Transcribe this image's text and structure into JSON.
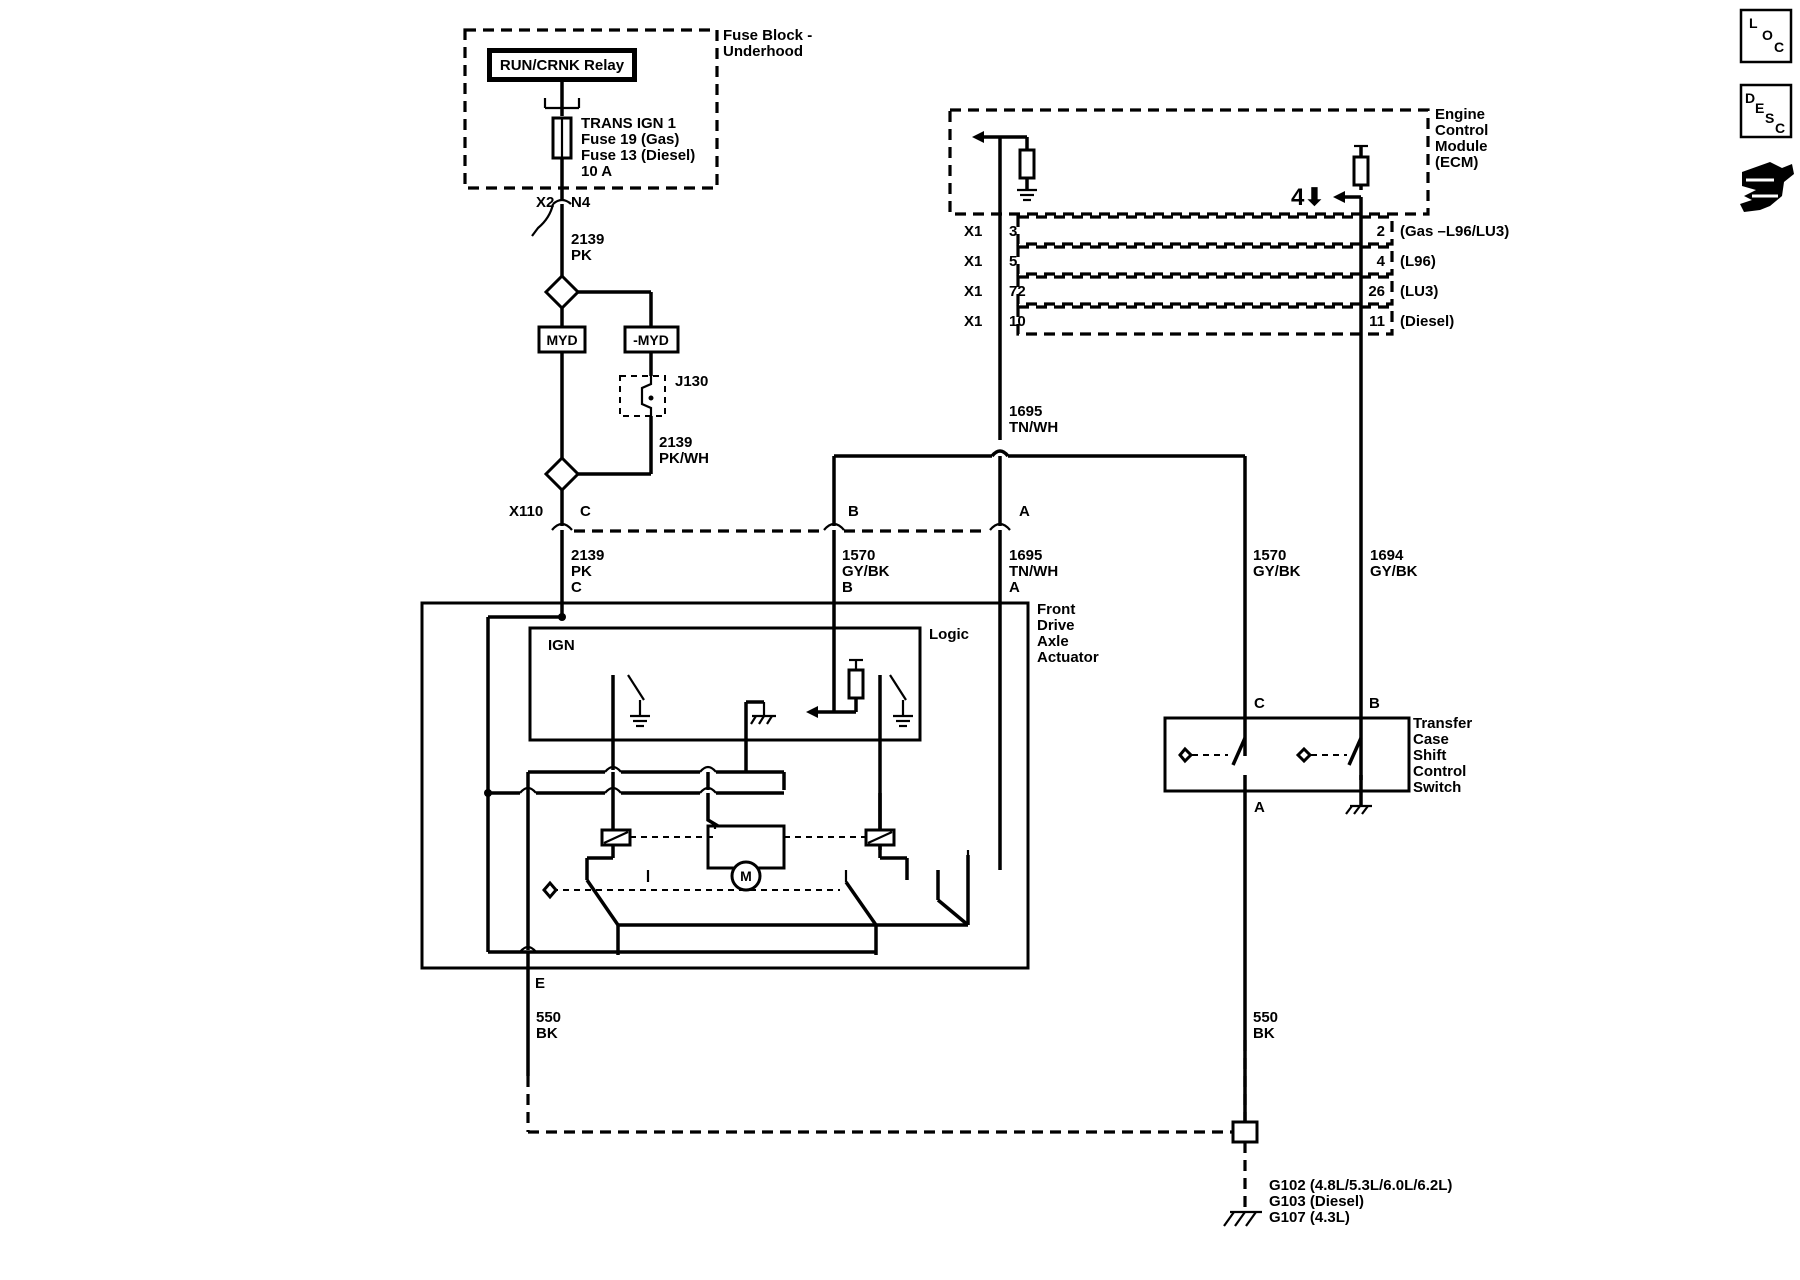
{
  "fuse_block": {
    "title_line1": "Fuse Block -",
    "title_line2": "Underhood",
    "relay_label": "RUN/CRNK Relay",
    "fuse_line1": "TRANS IGN 1",
    "fuse_line2": "Fuse 19 (Gas)",
    "fuse_line3": "Fuse 13 (Diesel)",
    "fuse_line4": "10 A",
    "connector_x": "X2",
    "connector_pin": "N4"
  },
  "ecm": {
    "title_line1": "Engine",
    "title_line2": "Control",
    "title_line3": "Module",
    "title_line4": "(ECM)",
    "indicator": "4⬇",
    "rows": [
      {
        "connector": "X1",
        "left_pin": "3",
        "right_pin": "2",
        "variant": "(Gas –L96/LU3)"
      },
      {
        "connector": "X1",
        "left_pin": "5",
        "right_pin": "4",
        "variant": "(L96)"
      },
      {
        "connector": "X1",
        "left_pin": "72",
        "right_pin": "26",
        "variant": "(LU3)"
      },
      {
        "connector": "X1",
        "left_pin": "10",
        "right_pin": "11",
        "variant": "(Diesel)"
      }
    ]
  },
  "wires": {
    "w2139_top_num": "2139",
    "w2139_top_color": "PK",
    "w2139_pkwh_num": "2139",
    "w2139_pkwh_color": "PK/WH",
    "w1695_top_num": "1695",
    "w1695_top_color": "TN/WH",
    "w2139_bot_num": "2139",
    "w2139_bot_color": "PK",
    "w2139_bot_pin": "C",
    "w1570_bot_num": "1570",
    "w1570_bot_color": "GY/BK",
    "w1570_bot_pin": "B",
    "w1695_bot_num": "1695",
    "w1695_bot_color": "TN/WH",
    "w1695_bot_pin": "A",
    "w1570_right_num": "1570",
    "w1570_right_color": "GY/BK",
    "w1694_num": "1694",
    "w1694_color": "GY/BK",
    "w550_left_num": "550",
    "w550_left_color": "BK",
    "w550_right_num": "550",
    "w550_right_color": "BK"
  },
  "option_labels": {
    "myd": "MYD",
    "not_myd": "-MYD",
    "jumper": "J130"
  },
  "x110": {
    "label": "X110",
    "pin_c": "C",
    "pin_b": "B",
    "pin_a": "A"
  },
  "actuator": {
    "title_line1": "Front",
    "title_line2": "Drive",
    "title_line3": "Axle",
    "title_line4": "Actuator",
    "logic_label": "Logic",
    "ign_label": "IGN",
    "motor_label": "M",
    "pin_e": "E"
  },
  "switch": {
    "title_line1": "Transfer",
    "title_line2": "Case",
    "title_line3": "Shift",
    "title_line4": "Control",
    "title_line5": "Switch",
    "pin_c": "C",
    "pin_b": "B",
    "pin_a": "A"
  },
  "ground": {
    "line1": "G102 (4.8L/5.3L/6.0L/6.2L)",
    "line2": "G103 (Diesel)",
    "line3": "G107 (4.3L)"
  },
  "side_icons": {
    "loc_letters": [
      "L",
      "O",
      "C"
    ],
    "desc_letters": [
      "D",
      "E",
      "S",
      "C"
    ],
    "third": "connector-icon"
  }
}
